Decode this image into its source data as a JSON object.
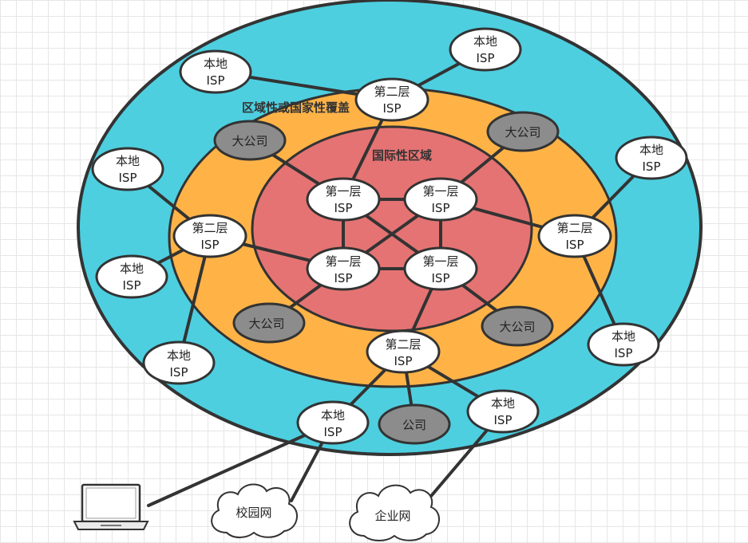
{
  "regions": {
    "regional": "区域性或国家性覆盖",
    "international": "国际性区域"
  },
  "tier1": [
    "第一层",
    "ISP"
  ],
  "tier2": [
    "第二层",
    "ISP"
  ],
  "local": [
    "本地",
    "ISP"
  ],
  "big_company": "大公司",
  "company": "公司",
  "campus": "校园网",
  "enterprise": "企业网",
  "colors": {
    "outer": "#4dcfe0",
    "middle": "#ffb347",
    "inner": "#e57373",
    "node": "#ffffff",
    "company_node": "#8c8c8c",
    "stroke": "#333333"
  }
}
